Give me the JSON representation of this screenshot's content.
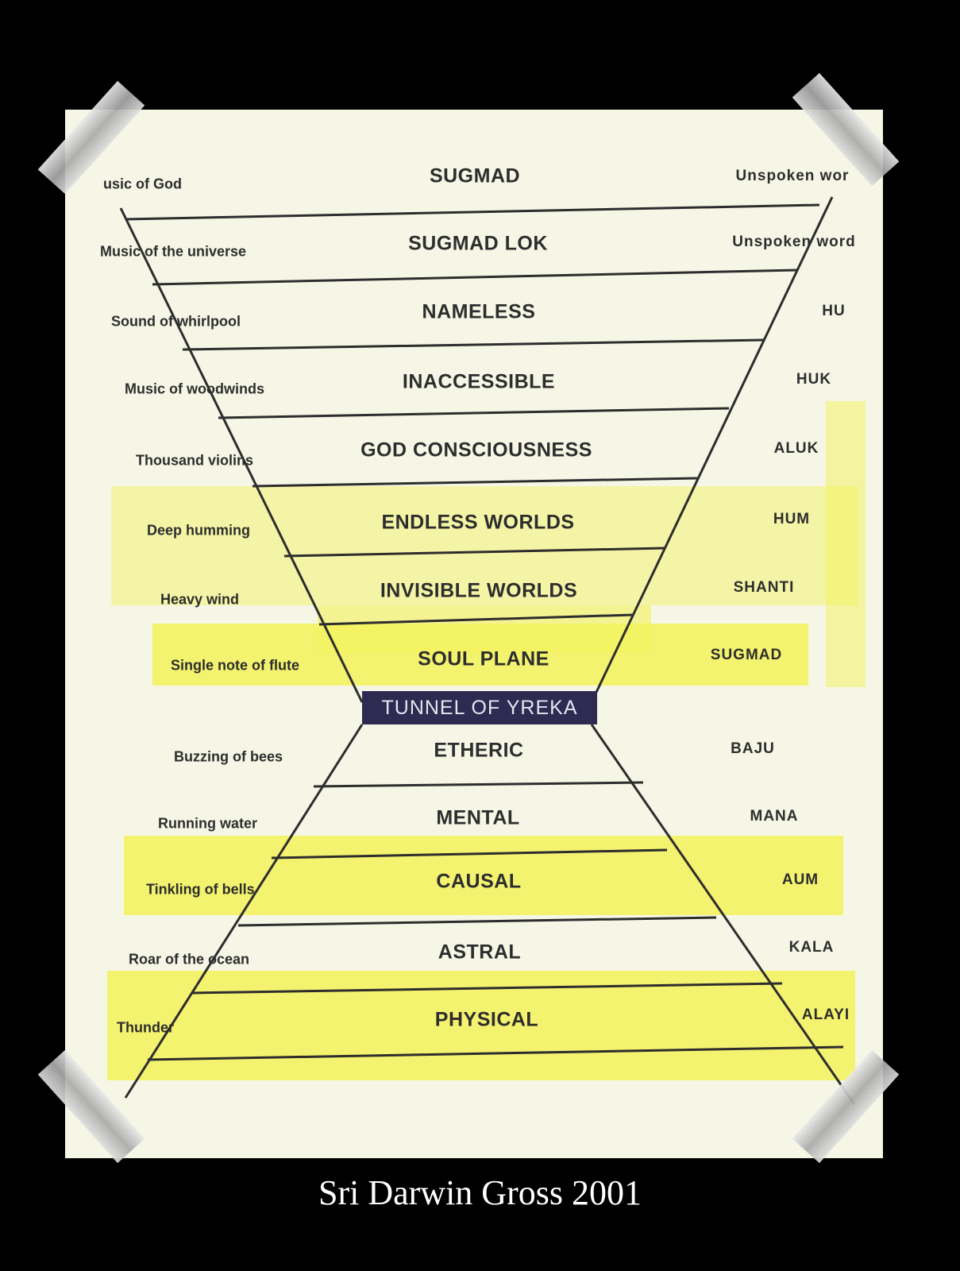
{
  "planes": [
    {
      "name": "SUGMAD",
      "sound": "usic of God",
      "word": "Unspoken wor"
    },
    {
      "name": "SUGMAD  LOK",
      "sound": "Music of the universe",
      "word": "Unspoken word"
    },
    {
      "name": "NAMELESS",
      "sound": "Sound of whirlpool",
      "word": "HU"
    },
    {
      "name": "INACCESSIBLE",
      "sound": "Music of woodwinds",
      "word": "HUK"
    },
    {
      "name": "GOD CONSCIOUSNESS",
      "sound": "Thousand violins",
      "word": "ALUK"
    },
    {
      "name": "ENDLESS WORLDS",
      "sound": "Deep humming",
      "word": "HUM"
    },
    {
      "name": "INVISIBLE WORLDS",
      "sound": "Heavy wind",
      "word": "SHANTI"
    },
    {
      "name": "SOUL  PLANE",
      "sound": "Single note of flute",
      "word": "SUGMAD"
    },
    {
      "name": "ETHERIC",
      "sound": "Buzzing of bees",
      "word": "BAJU"
    },
    {
      "name": "MENTAL",
      "sound": "Running water",
      "word": "MANA"
    },
    {
      "name": "CAUSAL",
      "sound": "Tinkling of bells",
      "word": "AUM"
    },
    {
      "name": "ASTRAL",
      "sound": "Roar of the ocean",
      "word": "KALA"
    },
    {
      "name": "PHYSICAL",
      "sound": "Thunder",
      "word": "ALAYI"
    }
  ],
  "tunnel_label": "TUNNEL OF YREKA",
  "caption": "Sri Darwin Gross  2001",
  "colors": {
    "background": "#000000",
    "paper": "#f6f6e6",
    "highlight": "#f2f25a",
    "tunnel": "#2e2a52",
    "ink": "#2d2d2d"
  }
}
